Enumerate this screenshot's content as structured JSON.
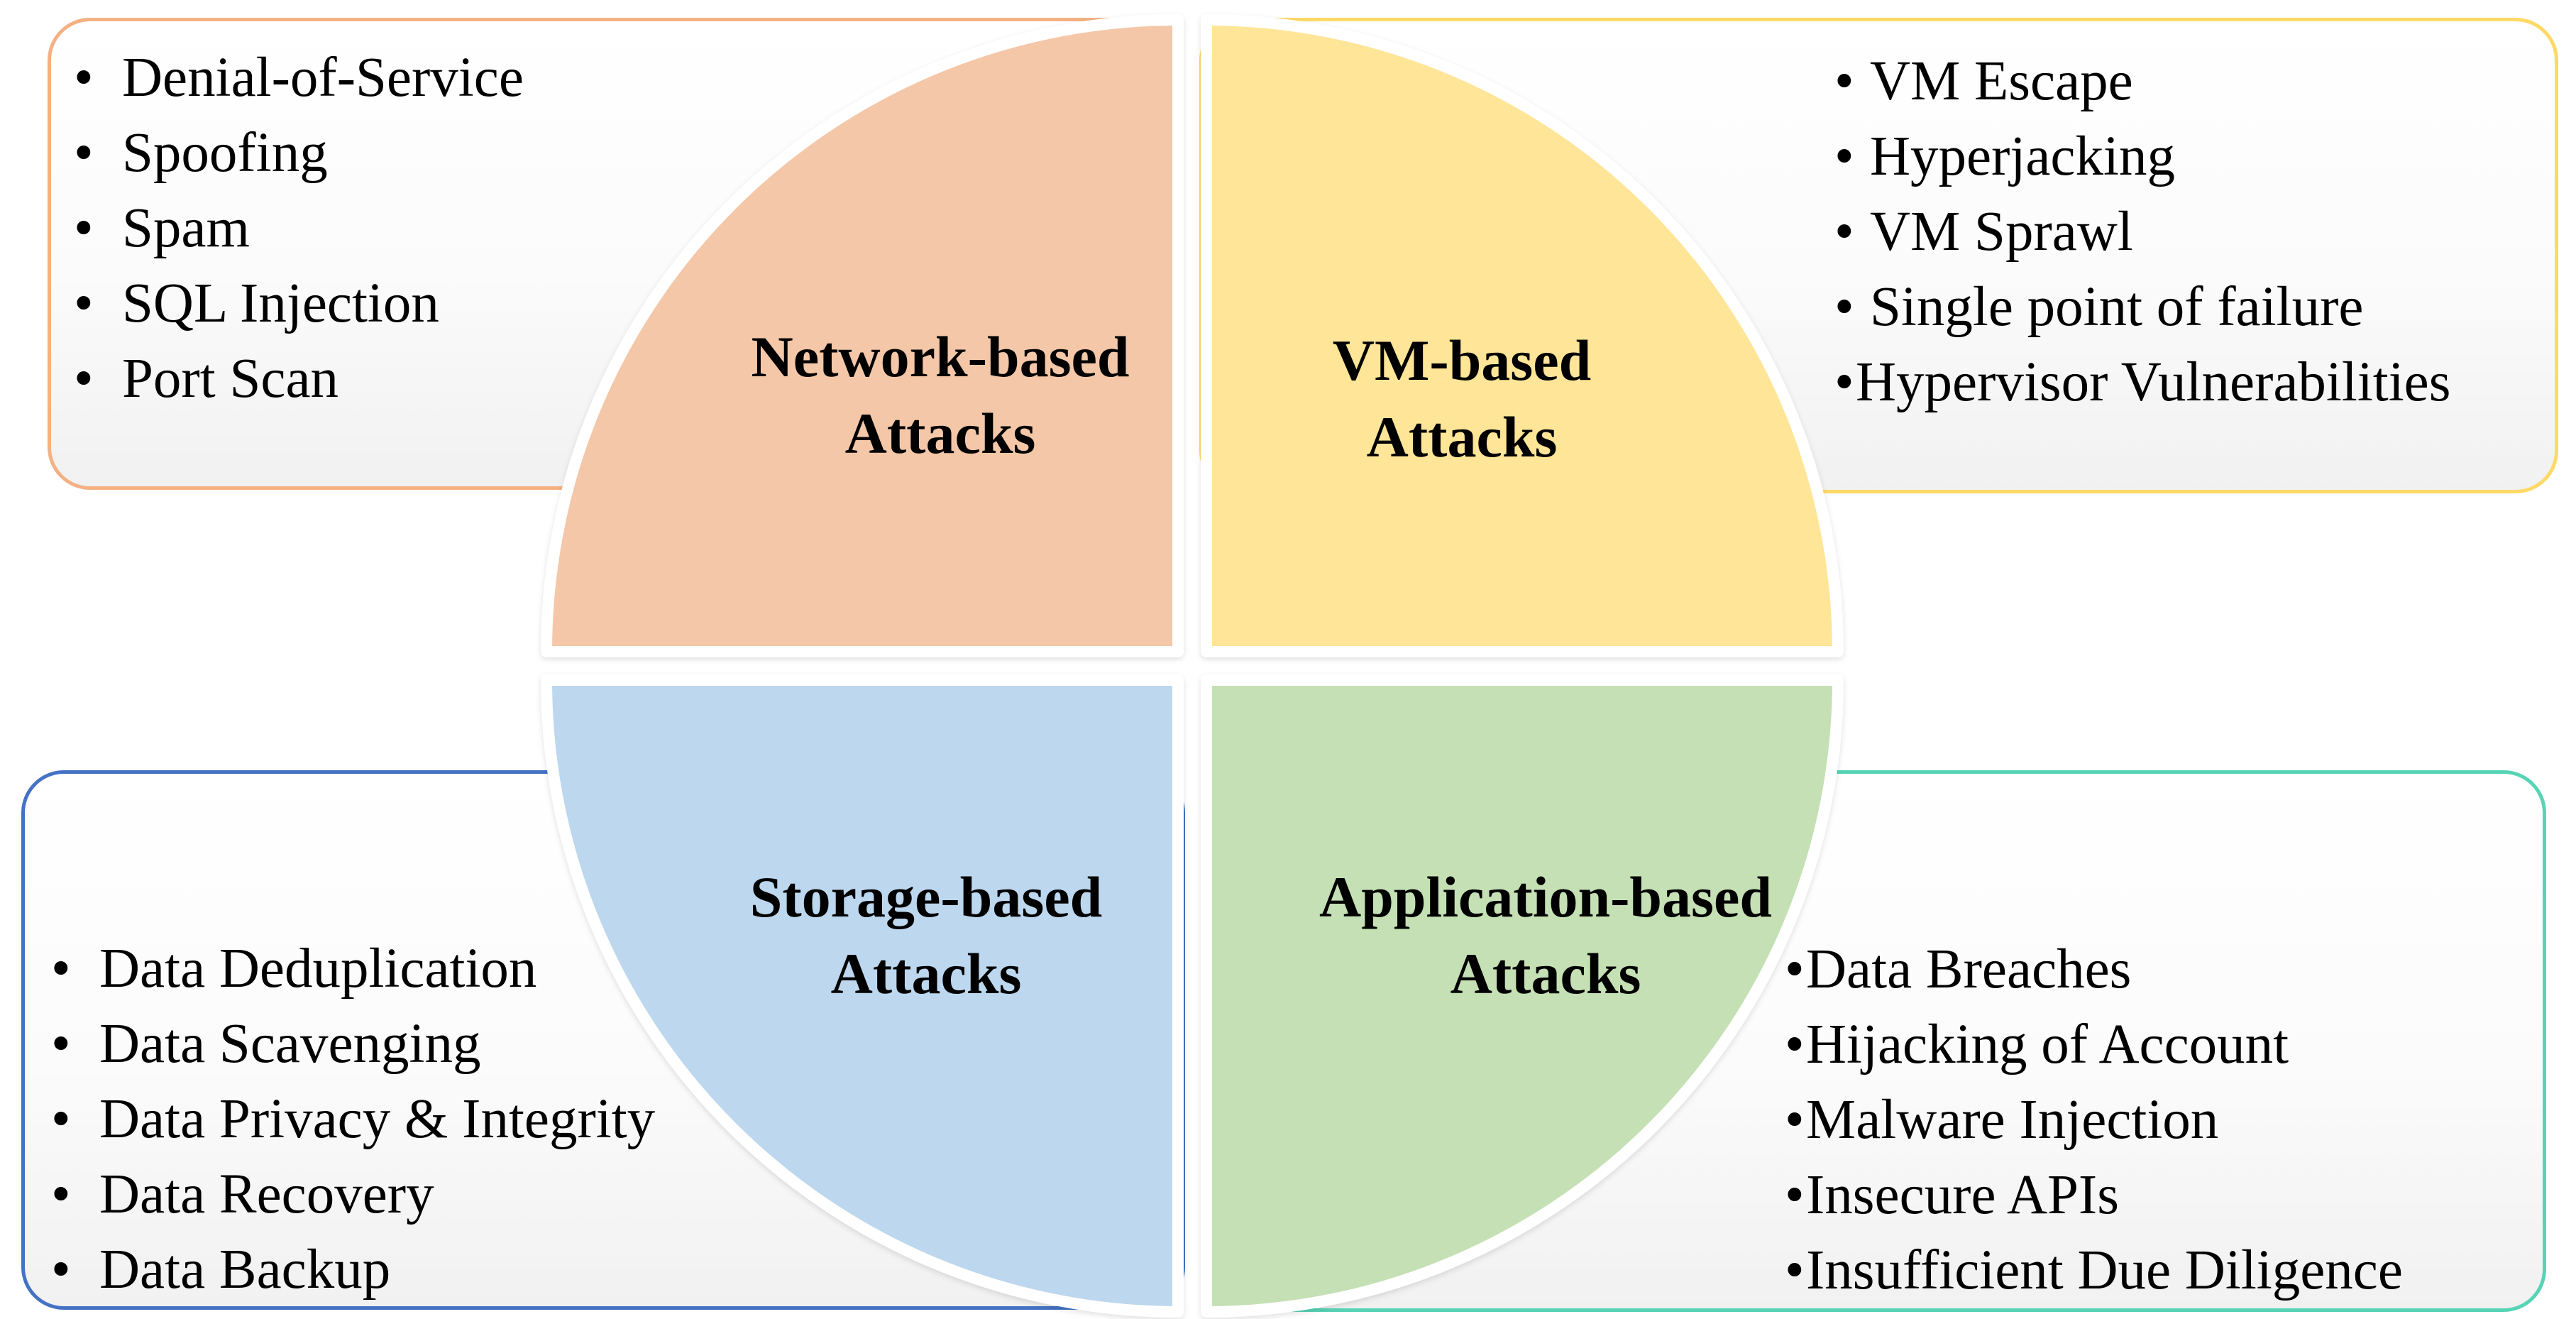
{
  "quadrants": {
    "network": {
      "title_line1": "Network-based",
      "title_line2": "Attacks",
      "color": "#f4c7a8",
      "border_color": "#f4b183",
      "items": [
        "Denial-of-Service",
        "Spoofing",
        "Spam",
        "SQL Injection",
        "Port Scan"
      ]
    },
    "vm": {
      "title_line1": "VM-based",
      "title_line2": "Attacks",
      "color": "#ffe597",
      "border_color": "#ffd966",
      "items": [
        "VM Escape",
        "Hyperjacking",
        "VM Sprawl",
        "Single point of failure",
        "Hypervisor Vulnerabilities"
      ]
    },
    "storage": {
      "title_line1": "Storage-based",
      "title_line2": "Attacks",
      "color": "#bdd7ee",
      "border_color": "#4472c4",
      "items": [
        "Data Deduplication",
        "Data Scavenging",
        "Data Privacy & Integrity",
        "Data Recovery",
        "Data Backup"
      ]
    },
    "application": {
      "title_line1": "Application-based",
      "title_line2": "Attacks",
      "color": "#c5e0b4",
      "border_color": "#57d3b6",
      "items": [
        "Data Breaches",
        "Hijacking of Account",
        "Malware Injection",
        "Insecure APIs",
        "Insufficient Due Diligence"
      ]
    }
  },
  "bullet_glyph": "•"
}
